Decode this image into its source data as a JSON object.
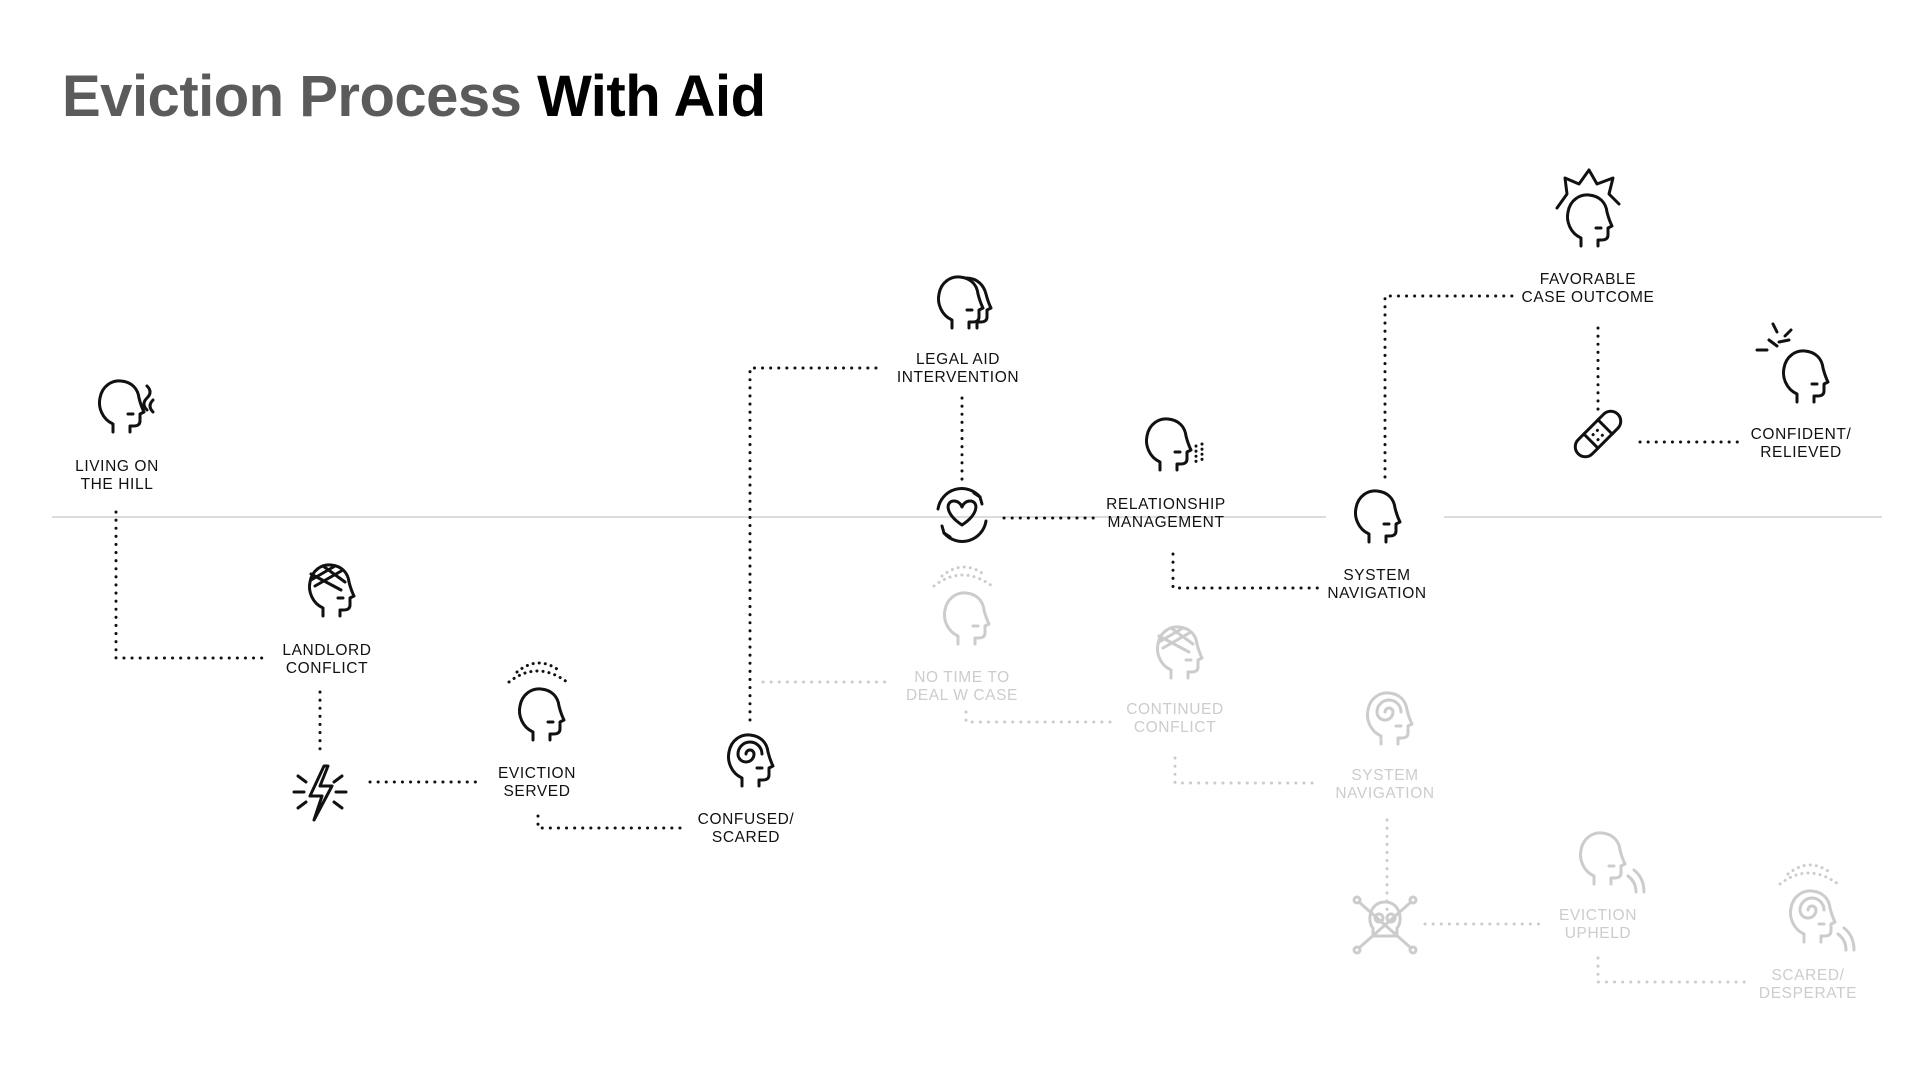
{
  "title": {
    "part1": "Eviction Process",
    "part2": "With Aid"
  },
  "colors": {
    "active": "#111111",
    "faded": "#cccccc",
    "baseline": "#d0d0d0",
    "title_muted": "#5b5b5b"
  },
  "nodes": {
    "living": {
      "line1": "LIVING ON",
      "line2": "THE HILL",
      "icon": "head-smoking-icon"
    },
    "landlord": {
      "line1": "LANDLORD",
      "line2": "CONFLICT",
      "icon": "head-bandaged-icon"
    },
    "eviction": {
      "line1": "EVICTION",
      "line2": "SERVED",
      "icon": "head-stressed-icon"
    },
    "confused": {
      "line1": "CONFUSED/",
      "line2": "SCARED",
      "icon": "head-spiral-icon"
    },
    "legal": {
      "line1": "LEGAL AID",
      "line2": "INTERVENTION",
      "icon": "two-heads-icon"
    },
    "relationship": {
      "line1": "RELATIONSHIP",
      "line2": "MANAGEMENT",
      "icon": "head-speaking-icon"
    },
    "system": {
      "line1": "SYSTEM",
      "line2": "NAVIGATION",
      "icon": "head-icon"
    },
    "favorable": {
      "line1": "FAVORABLE",
      "line2": "CASE OUTCOME",
      "icon": "head-crowned-icon"
    },
    "confident": {
      "line1": "CONFIDENT/",
      "line2": "RELIEVED",
      "icon": "head-sparkle-icon"
    },
    "notime": {
      "line1": "NO TIME TO",
      "line2": "DEAL W CASE",
      "icon": "head-stressed-icon"
    },
    "continued": {
      "line1": "CONTINUED",
      "line2": "CONFLICT",
      "icon": "head-bandaged-icon"
    },
    "system_faded": {
      "line1": "SYSTEM",
      "line2": "NAVIGATION",
      "icon": "head-spiral-icon"
    },
    "upheld": {
      "line1": "EVICTION",
      "line2": "UPHELD",
      "icon": "head-crying-icon"
    },
    "scared": {
      "line1": "SCARED/",
      "line2": "DESPERATE",
      "icon": "head-spiral-crying-icon"
    }
  },
  "connector_icons": [
    "lightning-icon",
    "heart-cycle-icon",
    "bandage-icon",
    "skull-crossbones-icon"
  ]
}
